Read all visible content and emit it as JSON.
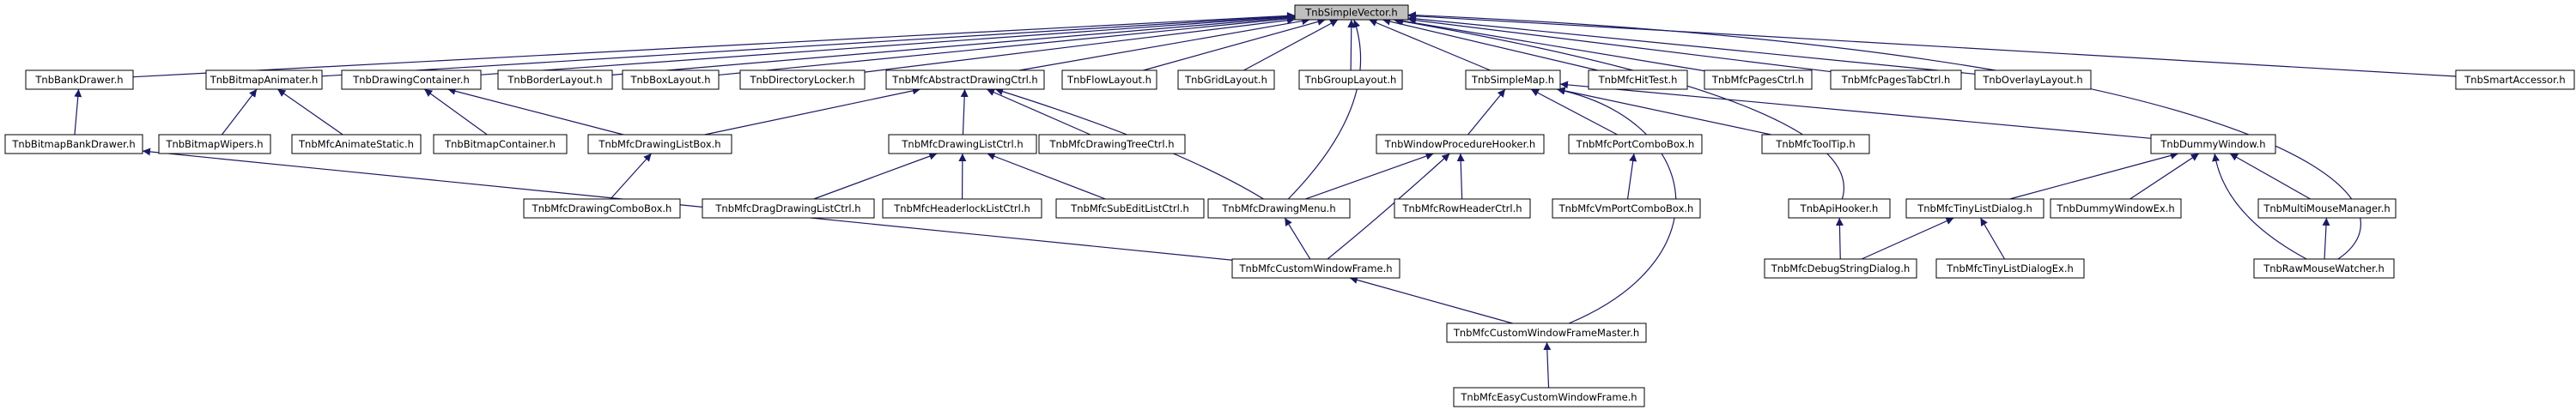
{
  "graph": {
    "root": "TnbSimpleVector.h",
    "accent_color": "#1a1a66",
    "root_fill": "#bfbfbf",
    "nodes": [
      {
        "id": "root",
        "label": "TnbSimpleVector.h"
      },
      {
        "id": "bankdrawer",
        "label": "TnbBankDrawer.h"
      },
      {
        "id": "bitmapanimater",
        "label": "TnbBitmapAnimater.h"
      },
      {
        "id": "drawingcontainer",
        "label": "TnbDrawingContainer.h"
      },
      {
        "id": "borderlayout",
        "label": "TnbBorderLayout.h"
      },
      {
        "id": "boxlayout",
        "label": "TnbBoxLayout.h"
      },
      {
        "id": "directorylocker",
        "label": "TnbDirectoryLocker.h"
      },
      {
        "id": "abstractdrawingctrl",
        "label": "TnbMfcAbstractDrawingCtrl.h"
      },
      {
        "id": "flowlayout",
        "label": "TnbFlowLayout.h"
      },
      {
        "id": "gridlayout",
        "label": "TnbGridLayout.h"
      },
      {
        "id": "grouplayout",
        "label": "TnbGroupLayout.h"
      },
      {
        "id": "simplemap",
        "label": "TnbSimpleMap.h"
      },
      {
        "id": "hittest",
        "label": "TnbMfcHitTest.h"
      },
      {
        "id": "pagesctrl",
        "label": "TnbMfcPagesCtrl.h"
      },
      {
        "id": "pagestabctrl",
        "label": "TnbMfcPagesTabCtrl.h"
      },
      {
        "id": "overlaylayout",
        "label": "TnbOverlayLayout.h"
      },
      {
        "id": "smartaccessor",
        "label": "TnbSmartAccessor.h"
      },
      {
        "id": "bitmapbankdrawer",
        "label": "TnbBitmapBankDrawer.h"
      },
      {
        "id": "bitmapwipers",
        "label": "TnbBitmapWipers.h"
      },
      {
        "id": "animatestatic",
        "label": "TnbMfcAnimateStatic.h"
      },
      {
        "id": "bitmapcontainer",
        "label": "TnbBitmapContainer.h"
      },
      {
        "id": "drawinglistbox",
        "label": "TnbMfcDrawingListBox.h"
      },
      {
        "id": "drawinglistctrl",
        "label": "TnbMfcDrawingListCtrl.h"
      },
      {
        "id": "drawingtreectrl",
        "label": "TnbMfcDrawingTreeCtrl.h"
      },
      {
        "id": "procedurehooker",
        "label": "TnbWindowProcedureHooker.h"
      },
      {
        "id": "portcombobox",
        "label": "TnbMfcPortComboBox.h"
      },
      {
        "id": "tooltip",
        "label": "TnbMfcToolTip.h"
      },
      {
        "id": "dummywindow",
        "label": "TnbDummyWindow.h"
      },
      {
        "id": "drawingcombobox",
        "label": "TnbMfcDrawingComboBox.h"
      },
      {
        "id": "dragdrawinglistctrl",
        "label": "TnbMfcDragDrawingListCtrl.h"
      },
      {
        "id": "headerlocklistctrl",
        "label": "TnbMfcHeaderlockListCtrl.h"
      },
      {
        "id": "subeditlistctrl",
        "label": "TnbMfcSubEditListCtrl.h"
      },
      {
        "id": "drawingmenu",
        "label": "TnbMfcDrawingMenu.h"
      },
      {
        "id": "rowheaderctrl",
        "label": "TnbMfcRowHeaderCtrl.h"
      },
      {
        "id": "vmportcombobox",
        "label": "TnbMfcVmPortComboBox.h"
      },
      {
        "id": "apihooker",
        "label": "TnbApiHooker.h"
      },
      {
        "id": "tinylistdialog",
        "label": "TnbMfcTinyListDialog.h"
      },
      {
        "id": "dummywindowex",
        "label": "TnbDummyWindowEx.h"
      },
      {
        "id": "multimousemanager",
        "label": "TnbMultiMouseManager.h"
      },
      {
        "id": "customwindowframe",
        "label": "TnbMfcCustomWindowFrame.h"
      },
      {
        "id": "debugstringdialog",
        "label": "TnbMfcDebugStringDialog.h"
      },
      {
        "id": "tinylistdialogex",
        "label": "TnbMfcTinyListDialogEx.h"
      },
      {
        "id": "rawmousewatcher",
        "label": "TnbRawMouseWatcher.h"
      },
      {
        "id": "customwindowframemaster",
        "label": "TnbMfcCustomWindowFrameMaster.h"
      },
      {
        "id": "easycustomwindowframe",
        "label": "TnbMfcEasyCustomWindowFrame.h"
      }
    ],
    "edges": [
      {
        "from": "bankdrawer",
        "to": "root"
      },
      {
        "from": "bitmapanimater",
        "to": "root"
      },
      {
        "from": "drawingcontainer",
        "to": "root"
      },
      {
        "from": "borderlayout",
        "to": "root"
      },
      {
        "from": "boxlayout",
        "to": "root"
      },
      {
        "from": "directorylocker",
        "to": "root"
      },
      {
        "from": "abstractdrawingctrl",
        "to": "root"
      },
      {
        "from": "flowlayout",
        "to": "root"
      },
      {
        "from": "gridlayout",
        "to": "root"
      },
      {
        "from": "grouplayout",
        "to": "root"
      },
      {
        "from": "simplemap",
        "to": "root"
      },
      {
        "from": "hittest",
        "to": "root"
      },
      {
        "from": "pagesctrl",
        "to": "root"
      },
      {
        "from": "pagestabctrl",
        "to": "root"
      },
      {
        "from": "overlaylayout",
        "to": "root"
      },
      {
        "from": "smartaccessor",
        "to": "root"
      },
      {
        "from": "drawingmenu",
        "to": "root"
      },
      {
        "from": "apihooker",
        "to": "root"
      },
      {
        "from": "rawmousewatcher",
        "to": "root"
      },
      {
        "from": "bitmapbankdrawer",
        "to": "bankdrawer"
      },
      {
        "from": "bitmapwipers",
        "to": "bitmapanimater"
      },
      {
        "from": "animatestatic",
        "to": "bitmapanimater"
      },
      {
        "from": "bitmapcontainer",
        "to": "drawingcontainer"
      },
      {
        "from": "drawinglistbox",
        "to": "drawingcontainer"
      },
      {
        "from": "drawinglistbox",
        "to": "abstractdrawingctrl"
      },
      {
        "from": "drawinglistctrl",
        "to": "abstractdrawingctrl"
      },
      {
        "from": "drawingtreectrl",
        "to": "abstractdrawingctrl"
      },
      {
        "from": "drawingmenu",
        "to": "abstractdrawingctrl"
      },
      {
        "from": "procedurehooker",
        "to": "simplemap"
      },
      {
        "from": "portcombobox",
        "to": "simplemap"
      },
      {
        "from": "tooltip",
        "to": "simplemap"
      },
      {
        "from": "dummywindow",
        "to": "simplemap"
      },
      {
        "from": "customwindowframemaster",
        "to": "simplemap"
      },
      {
        "from": "drawingcombobox",
        "to": "drawinglistbox"
      },
      {
        "from": "dragdrawinglistctrl",
        "to": "drawinglistctrl"
      },
      {
        "from": "headerlocklistctrl",
        "to": "drawinglistctrl"
      },
      {
        "from": "subeditlistctrl",
        "to": "drawinglistctrl"
      },
      {
        "from": "drawingmenu",
        "to": "procedurehooker"
      },
      {
        "from": "rowheaderctrl",
        "to": "procedurehooker"
      },
      {
        "from": "customwindowframe",
        "to": "procedurehooker"
      },
      {
        "from": "vmportcombobox",
        "to": "portcombobox"
      },
      {
        "from": "tinylistdialog",
        "to": "dummywindow"
      },
      {
        "from": "dummywindowex",
        "to": "dummywindow"
      },
      {
        "from": "multimousemanager",
        "to": "dummywindow"
      },
      {
        "from": "rawmousewatcher",
        "to": "dummywindow"
      },
      {
        "from": "customwindowframe",
        "to": "drawingmenu"
      },
      {
        "from": "customwindowframe",
        "to": "bitmapbankdrawer"
      },
      {
        "from": "debugstringdialog",
        "to": "apihooker"
      },
      {
        "from": "debugstringdialog",
        "to": "tinylistdialog"
      },
      {
        "from": "tinylistdialogex",
        "to": "tinylistdialog"
      },
      {
        "from": "rawmousewatcher",
        "to": "multimousemanager"
      },
      {
        "from": "customwindowframemaster",
        "to": "customwindowframe"
      },
      {
        "from": "easycustomwindowframe",
        "to": "customwindowframemaster"
      }
    ]
  }
}
